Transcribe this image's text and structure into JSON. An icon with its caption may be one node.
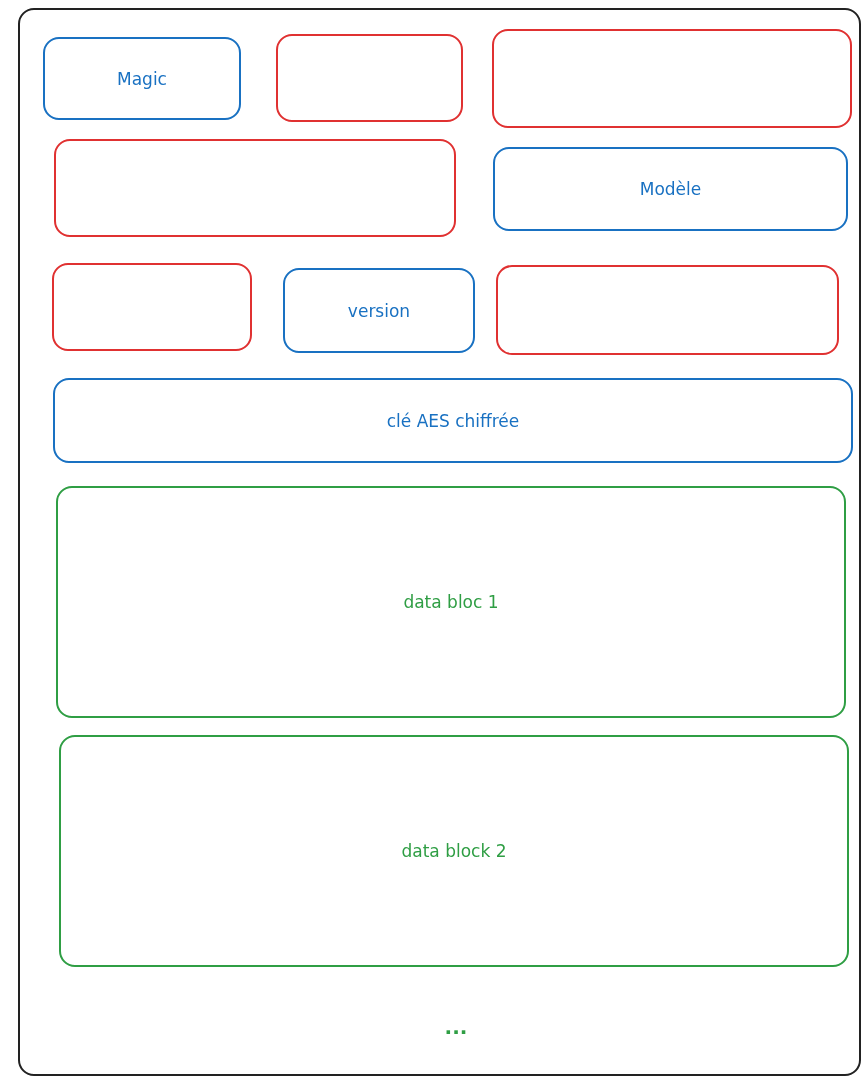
{
  "diagram": {
    "nodes": [
      {
        "text": [],
        "shape": "box"
      },
      {
        "text": [
          "Magic"
        ],
        "in": 0
      },
      {
        "text": [],
        "shape": "box",
        "in": 0
      },
      {
        "text": [],
        "shape": "box",
        "in": 0
      },
      {
        "text": [],
        "shape": "box",
        "in": 0
      },
      {
        "text": [
          "Modèle"
        ],
        "in": 0
      },
      {
        "text": [],
        "shape": "box",
        "in": 0
      },
      {
        "text": [
          "version"
        ],
        "in": 0
      },
      {
        "text": [],
        "shape": "box",
        "in": 0
      },
      {
        "text": [
          "clé AES chiffrée"
        ],
        "in": 0
      },
      {
        "text": [
          "data bloc 1"
        ],
        "in": 0
      },
      {
        "text": [
          "data block 2"
        ],
        "in": 0
      }
    ],
    "labels": [
      "..."
    ]
  }
}
